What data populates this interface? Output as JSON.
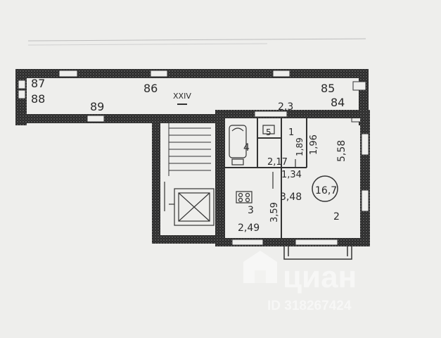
{
  "corridor": {
    "labels": [
      "87",
      "86",
      "85",
      "88",
      "89",
      "84"
    ],
    "stair_mark": "XXIV"
  },
  "apartment": {
    "room_label": "1",
    "room_area": "16,7",
    "bath_area": "4",
    "wc_label": "5",
    "kitchen_label": "3",
    "hall_label": "2",
    "dims": {
      "top": "2,3",
      "wc_h": "1,89",
      "room_w": "1,96",
      "room_len": "5,58",
      "bath_w": "2,17",
      "hall_a": "1,34",
      "hall_b": "3,48",
      "kitchen_h": "3,59",
      "kitchen_w": "2,49"
    }
  },
  "watermark": {
    "brand": "циан",
    "id": "ID 318267424"
  },
  "colors": {
    "wall": "#2b2b2b",
    "line": "#333333",
    "paper": "#eeeeec"
  }
}
